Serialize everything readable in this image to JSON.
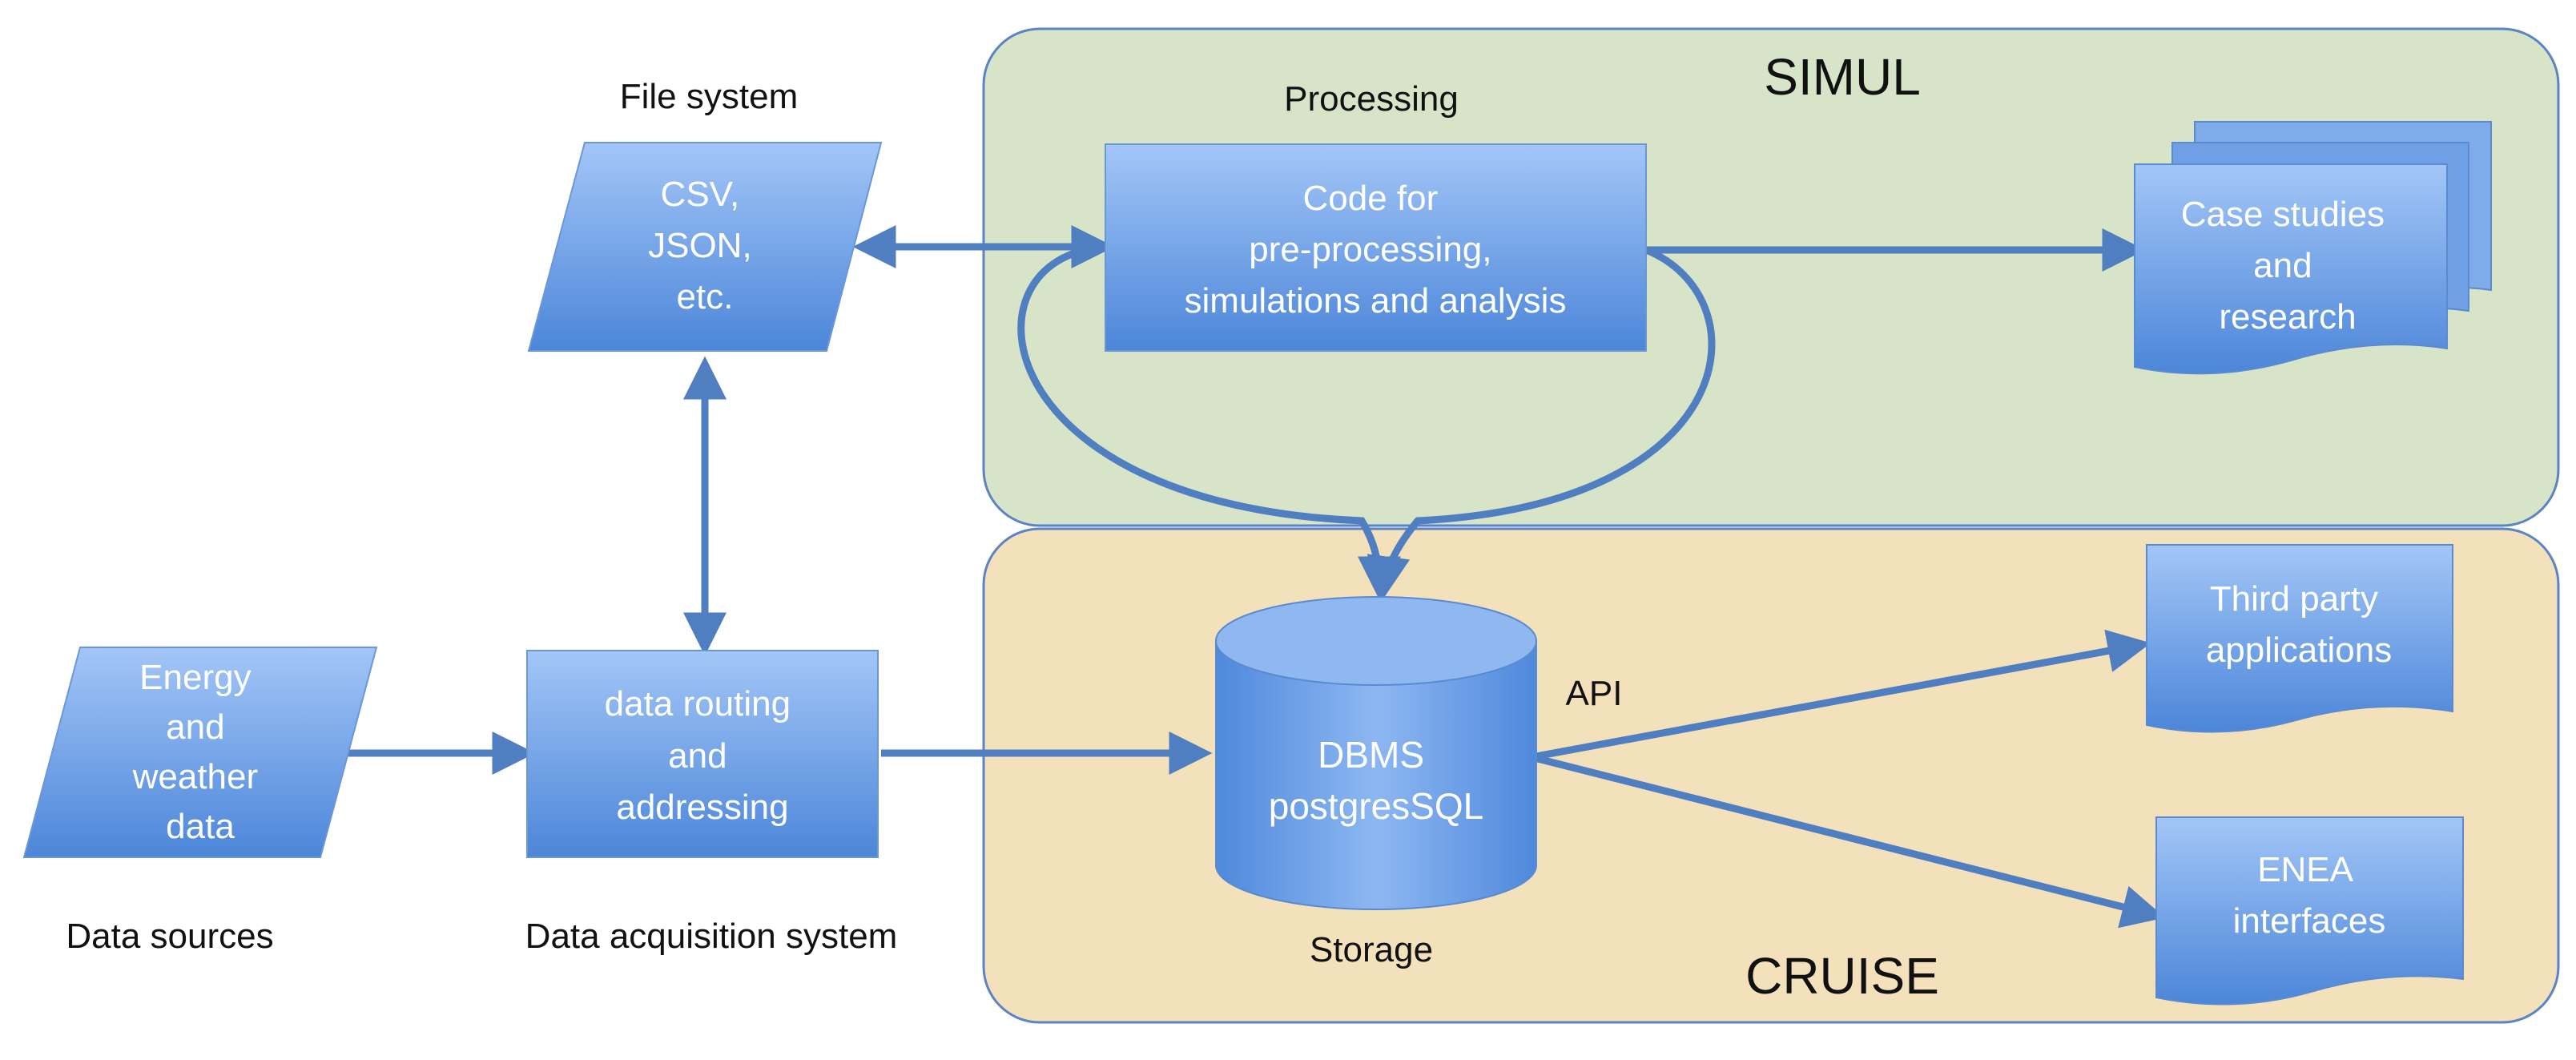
{
  "regions": {
    "simul": {
      "title": "SIMUL"
    },
    "cruise": {
      "title": "CRUISE"
    }
  },
  "labels": {
    "file_system": "File system",
    "processing": "Processing",
    "data_sources": "Data sources",
    "data_acquisition": "Data acquisition system",
    "storage": "Storage",
    "api": "API"
  },
  "nodes": {
    "energy_data": {
      "lines": [
        "Energy",
        "and",
        "weather",
        "data"
      ]
    },
    "data_routing": {
      "lines": [
        "data routing",
        "and",
        "addressing"
      ]
    },
    "file_formats": {
      "lines": [
        "CSV,",
        "JSON,",
        "etc."
      ]
    },
    "code": {
      "lines": [
        "Code for",
        "pre-processing,",
        "simulations and analysis"
      ]
    },
    "case_studies": {
      "lines": [
        "Case studies",
        "and",
        "research"
      ]
    },
    "dbms": {
      "lines": [
        "DBMS",
        "postgresSQL"
      ]
    },
    "third_party": {
      "lines": [
        "Third party",
        "applications"
      ]
    },
    "enea": {
      "lines": [
        "ENEA",
        "interfaces"
      ]
    }
  },
  "colors": {
    "simul_fill": "#d8e4c8",
    "cruise_fill": "#f3e1bb",
    "region_border": "#5b84c4",
    "node_fill_top": "#9fc2f5",
    "node_fill_bottom": "#4a84d8",
    "arrow": "#4f7fc0"
  }
}
